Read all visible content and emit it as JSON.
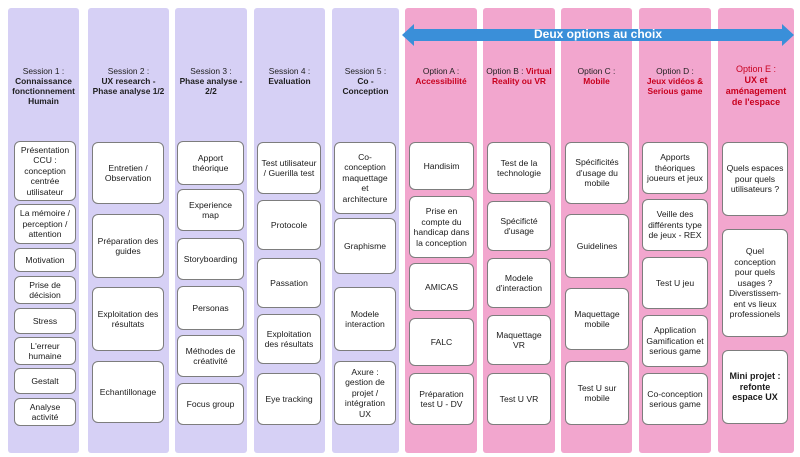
{
  "header": {
    "arrow_label": "Deux options au choix"
  },
  "columns": [
    {
      "title_prefix": "Session 1 :",
      "title_bold": "Connaissance fonctionnement Humain",
      "items": [
        "Présentation CCU : conception centrée utilisateur",
        "La mémoire / perception / attention",
        "Motivation",
        "Prise de décision",
        "Stress",
        "L'erreur humaine",
        "Gestalt",
        "Analyse activité"
      ]
    },
    {
      "title_prefix": "Session 2 :",
      "title_bold": "UX research - Phase analyse 1/2",
      "items": [
        "Entretien / Observation",
        "Préparation des guides",
        "Exploitation des résultats",
        "Echantillonage"
      ]
    },
    {
      "title_prefix": "Session 3 :",
      "title_bold": "Phase analyse - 2/2",
      "items": [
        "Apport théorique",
        "Experience map",
        "Storyboarding",
        "Personas",
        "Méthodes de créativité",
        "Focus group"
      ]
    },
    {
      "title_prefix": "Session 4 :",
      "title_bold": "Evaluation",
      "items": [
        "Test utilisateur / Guerilla test",
        "Protocole",
        "Passation",
        "Exploitation des résultats",
        "Eye tracking"
      ]
    },
    {
      "title_prefix": "Session 5 :",
      "title_bold": "Co - Conception",
      "items": [
        "Co-conception maquettage et architecture",
        "Graphisme",
        "Modele interaction",
        "Axure : gestion de projet / intégration UX"
      ]
    },
    {
      "title_prefix": "Option A :",
      "title_bold": "Accessibilité",
      "items": [
        "Handisim",
        "Prise en compte du handicap dans la conception",
        "AMICAS",
        "FALC",
        "Préparation test U - DV"
      ]
    },
    {
      "title_prefix": "Option B :",
      "title_bold": "Virtual Reality ou VR",
      "items": [
        "Test de la technologie",
        "Spécificté d'usage",
        "Modele d'interaction",
        "Maquettage VR",
        "Test U VR"
      ]
    },
    {
      "title_prefix": "Option C :",
      "title_bold": "Mobile",
      "items": [
        "Spécificités d'usage du mobile",
        "Guidelines",
        "Maquettage mobile",
        "Test U sur mobile"
      ]
    },
    {
      "title_prefix": "Option D :",
      "title_bold": "Jeux vidéos & Serious game",
      "items": [
        "Apports théoriques joueurs et jeux",
        "Veille des différents type de jeux - REX",
        "Test U jeu",
        "Application Gamification et serious game",
        "Co-conception serious game"
      ]
    },
    {
      "title_prefix": "Option E :",
      "title_bold": "UX et aménagement de l'espace",
      "items": [
        "Quels espaces pour quels utilisateurs ?",
        "Quel conception pour quels usages ? Diverstissem-ent vs lieux professionels",
        "Mini projet : refonte espace UX"
      ]
    }
  ]
}
